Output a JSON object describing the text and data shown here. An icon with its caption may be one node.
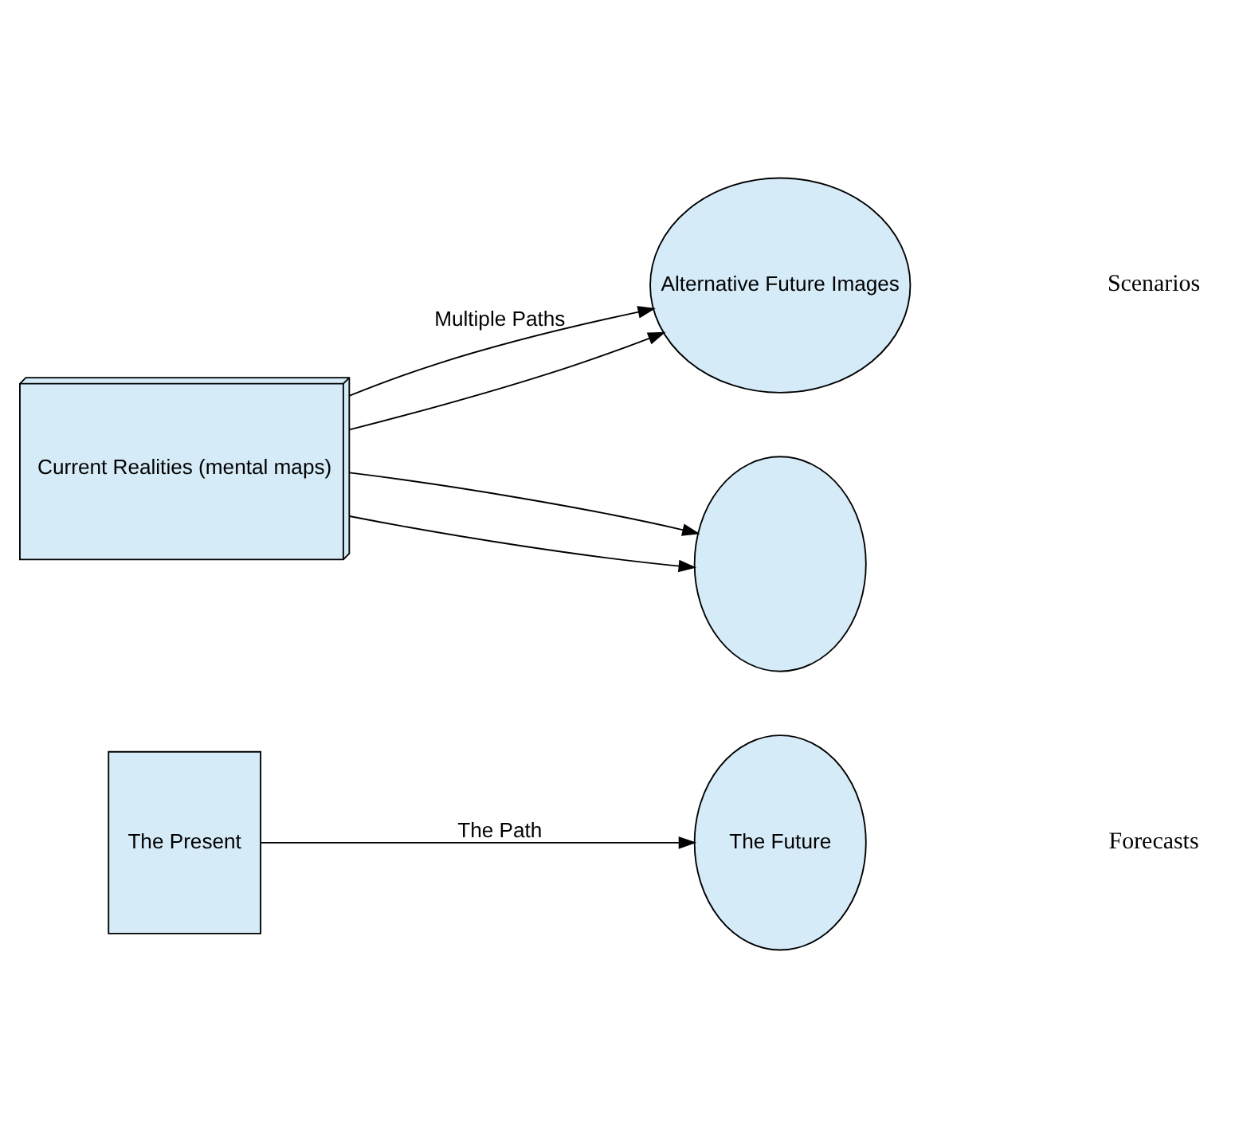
{
  "diagram": {
    "nodes": [
      {
        "text": [
          "The Present"
        ]
      },
      {
        "text": [
          "The Future"
        ]
      },
      {
        "text": [
          "Current Realities (mental maps)"
        ]
      },
      {
        "text": [
          "Alternative Future Images"
        ]
      },
      {
        "text": [],
        "shape": "circle"
      }
    ],
    "edges": [
      {
        "from": 0,
        "to": 1,
        "arrow": "to",
        "label": "The Path"
      },
      {
        "from": 2,
        "to": 3,
        "arrow": "to",
        "label": "Multiple Paths"
      },
      {
        "from": 2,
        "to": 3,
        "arrow": "to"
      },
      {
        "from": 2,
        "to": 4,
        "arrow": "to"
      },
      {
        "from": 2,
        "to": 4,
        "arrow": "to"
      }
    ],
    "labels": [
      "Forecasts",
      "Scenarios"
    ]
  }
}
